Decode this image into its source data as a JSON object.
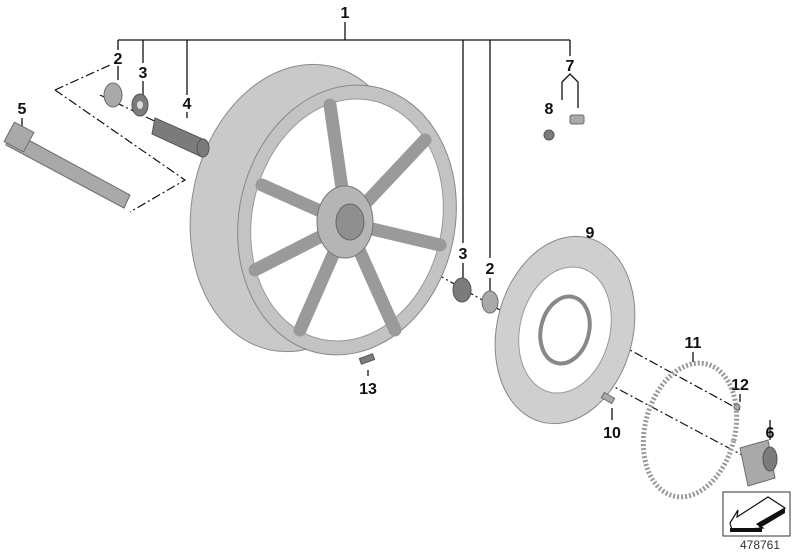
{
  "diagram": {
    "title": "Front wheel assembly",
    "diagram_number": "478761",
    "callouts": {
      "c1": "1",
      "c2a": "2",
      "c3a": "3",
      "c4": "4",
      "c5": "5",
      "c7": "7",
      "c8": "8",
      "c3b": "3",
      "c2b": "2",
      "c9": "9",
      "c11": "11",
      "c12": "12",
      "c10": "10",
      "c6": "6",
      "c13": "13"
    },
    "colors": {
      "part": "#a9a9a9",
      "line": "#111111"
    }
  }
}
